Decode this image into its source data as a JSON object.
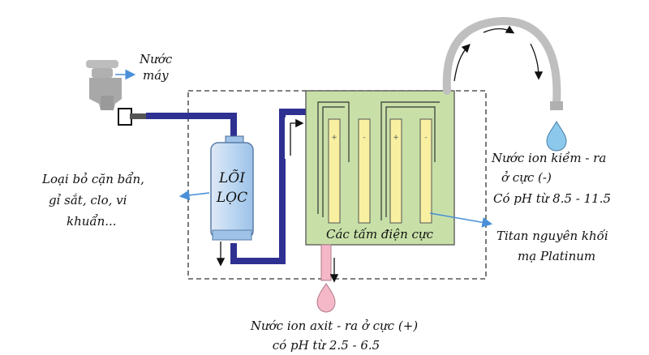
{
  "labels": {
    "tap_water_1": "Nước",
    "tap_water_2": "máy",
    "filter_1": "LÕI",
    "filter_2": "LỌC",
    "removes_1": "Loại bỏ cặn bẩn,",
    "removes_2": "gỉ sắt, clo, vi",
    "removes_3": "khuẩn...",
    "electrodes": "Các tấm điện cực",
    "alkaline_1": "Nước ion kiềm - ra",
    "alkaline_2": "ở cực (-)",
    "alkaline_3": "Có pH từ 8.5 - 11.5",
    "titan_1": "Titan nguyên khối",
    "titan_2": "mạ Platinum",
    "acid_1": "Nước ion axit - ra ở cực (+)",
    "acid_2": "có pH từ 2.5 - 6.5"
  },
  "plate_signs": [
    "+",
    "-",
    "+",
    "-"
  ],
  "colors": {
    "pipe": "#2e3192",
    "chamber": "#c8e0a8",
    "plate": "#f8f0a0",
    "filter": "#bcd7f2",
    "arrow_blue": "#4a8fd8",
    "acid_drop": "#f4b8c8",
    "alkaline_drop": "#8cc8ec",
    "faucet": "#b4b4b4"
  }
}
